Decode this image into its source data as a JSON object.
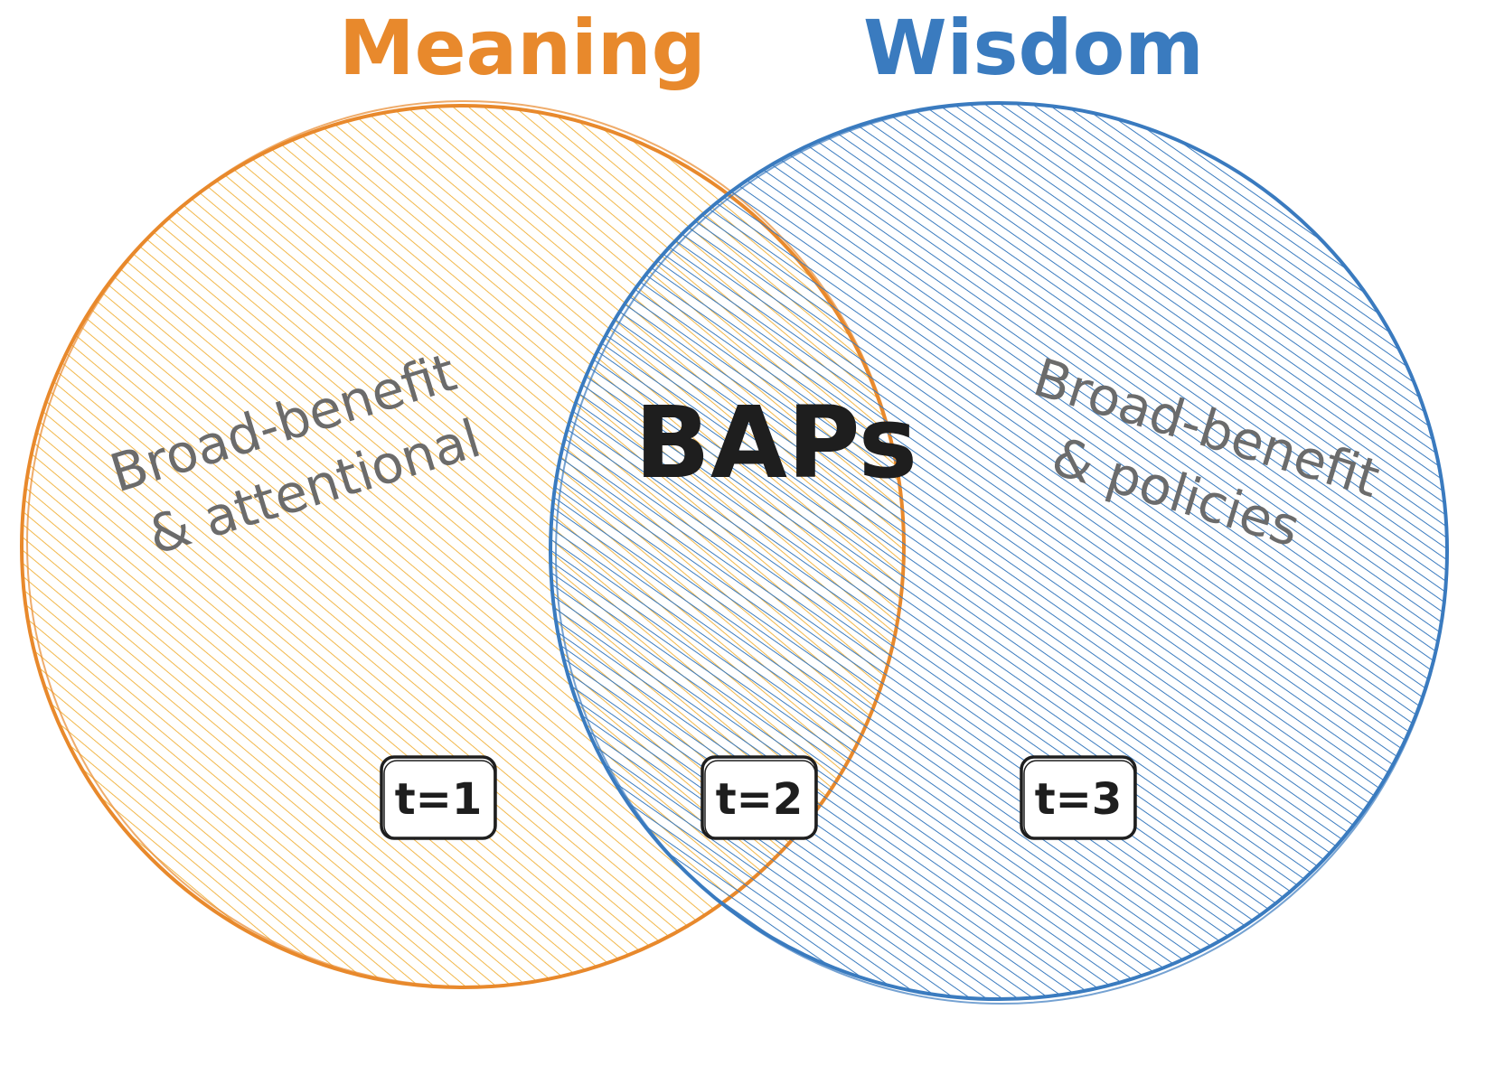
{
  "titles": {
    "left": "Meaning",
    "right": "Wisdom"
  },
  "regions": {
    "left_line1": "Broad-benefit",
    "left_line2": "& attentional",
    "right_line1": "Broad-benefit",
    "right_line2": "& policies",
    "center": "BAPs"
  },
  "badges": {
    "t1": "t=1",
    "t2": "t=2",
    "t3": "t=3"
  },
  "colors": {
    "left_circle": "#e8892c",
    "left_hatch": "#f2b84b",
    "right_circle": "#3a7bbf",
    "right_hatch": "#3a7bbf",
    "ink": "#1e1e1e",
    "muted_text": "#6b6b6b"
  }
}
